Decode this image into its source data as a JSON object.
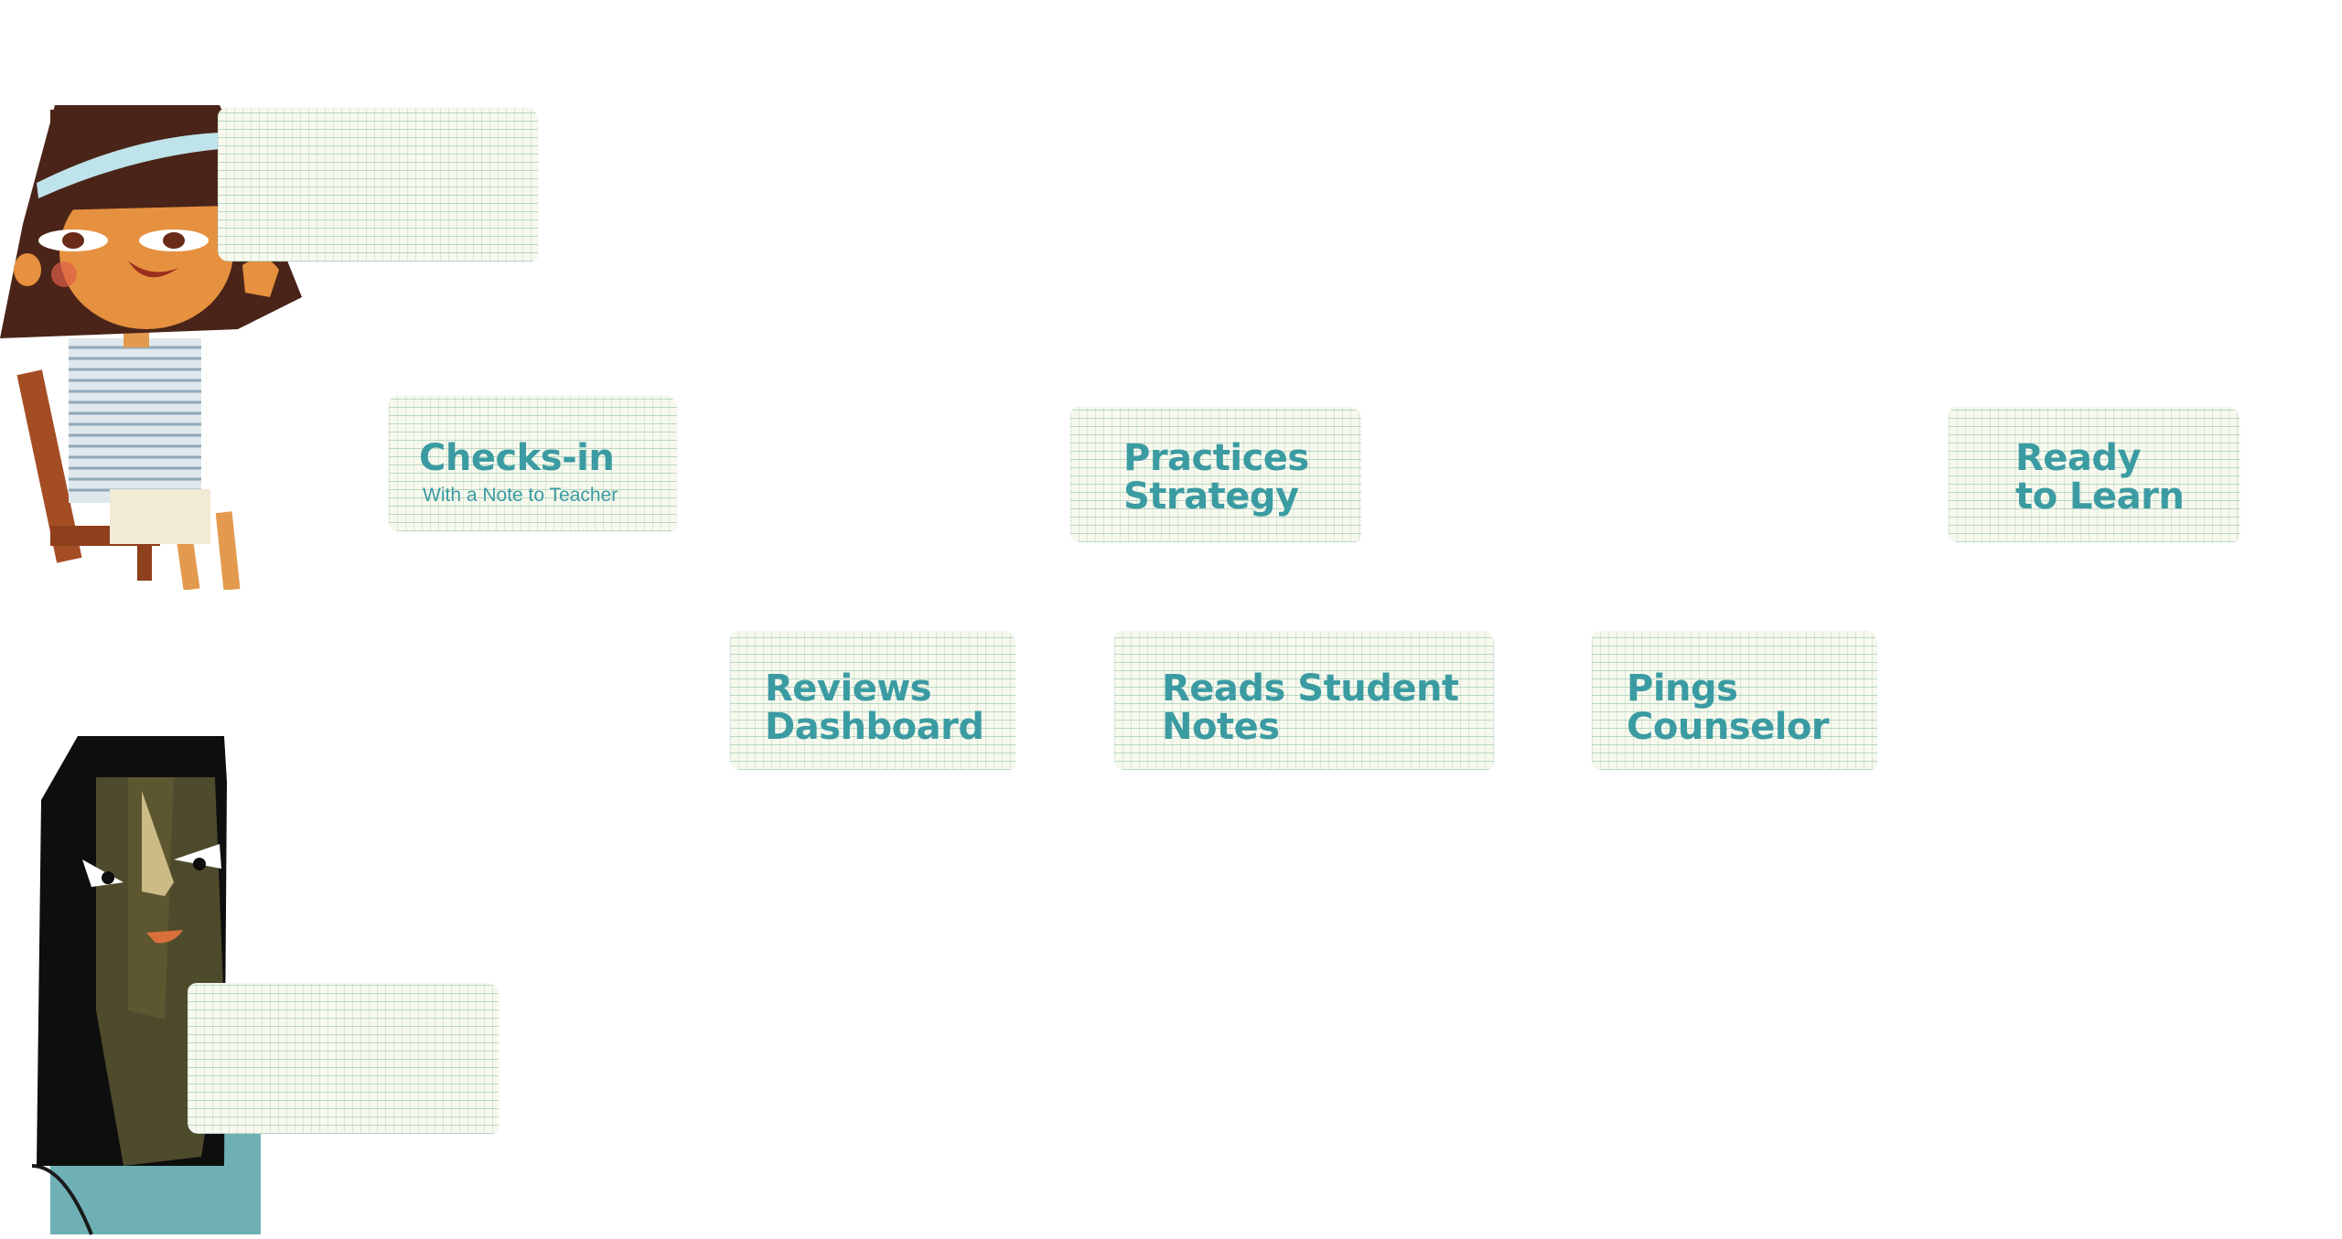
{
  "steps": {
    "checks_in": {
      "title": "Checks-in",
      "subtitle": "With a Note to Teacher"
    },
    "reviews": {
      "line1": "Reviews",
      "line2": "Dashboard"
    },
    "practices": {
      "line1": "Practices",
      "line2": "Strategy"
    },
    "reads": {
      "line1": "Reads Student",
      "line2": "Notes"
    },
    "pings": {
      "line1": "Pings",
      "line2": "Counselor"
    },
    "ready": {
      "line1": "Ready",
      "line2": "to Learn"
    }
  },
  "icons": {
    "student": "student-illustration",
    "teacher": "teacher-illustration"
  },
  "colors": {
    "label_teal": "#3b9ba2",
    "paper": "#f8f9ee",
    "grid": "#6eaf96"
  }
}
